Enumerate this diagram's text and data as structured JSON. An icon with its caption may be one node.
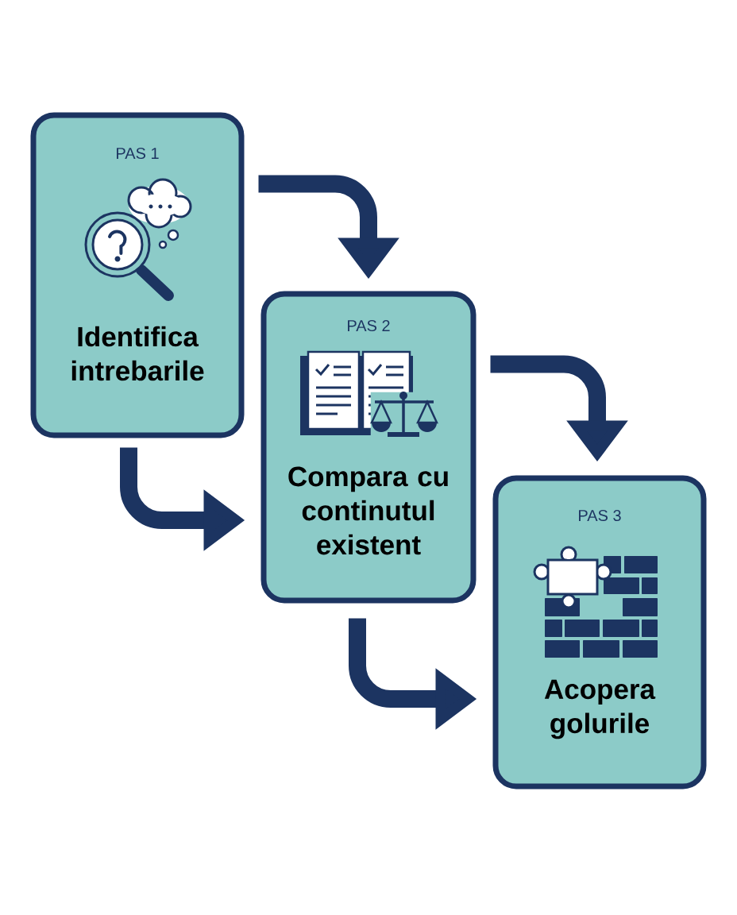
{
  "diagram": {
    "nodes": [
      {
        "text": [
          "PAS 1",
          "Identifica intrebarile"
        ]
      },
      {
        "text": [
          "PAS 2",
          "Compara cu continutul existent"
        ]
      },
      {
        "text": [
          "PAS 3",
          "Acopera golurile"
        ]
      }
    ],
    "edges": [
      {
        "from": 0,
        "to": 1,
        "arrow": "to"
      },
      {
        "from": 0,
        "to": 1,
        "arrow": "to"
      },
      {
        "from": 1,
        "to": 2,
        "arrow": "to"
      },
      {
        "from": 1,
        "to": 2,
        "arrow": "to"
      }
    ]
  }
}
